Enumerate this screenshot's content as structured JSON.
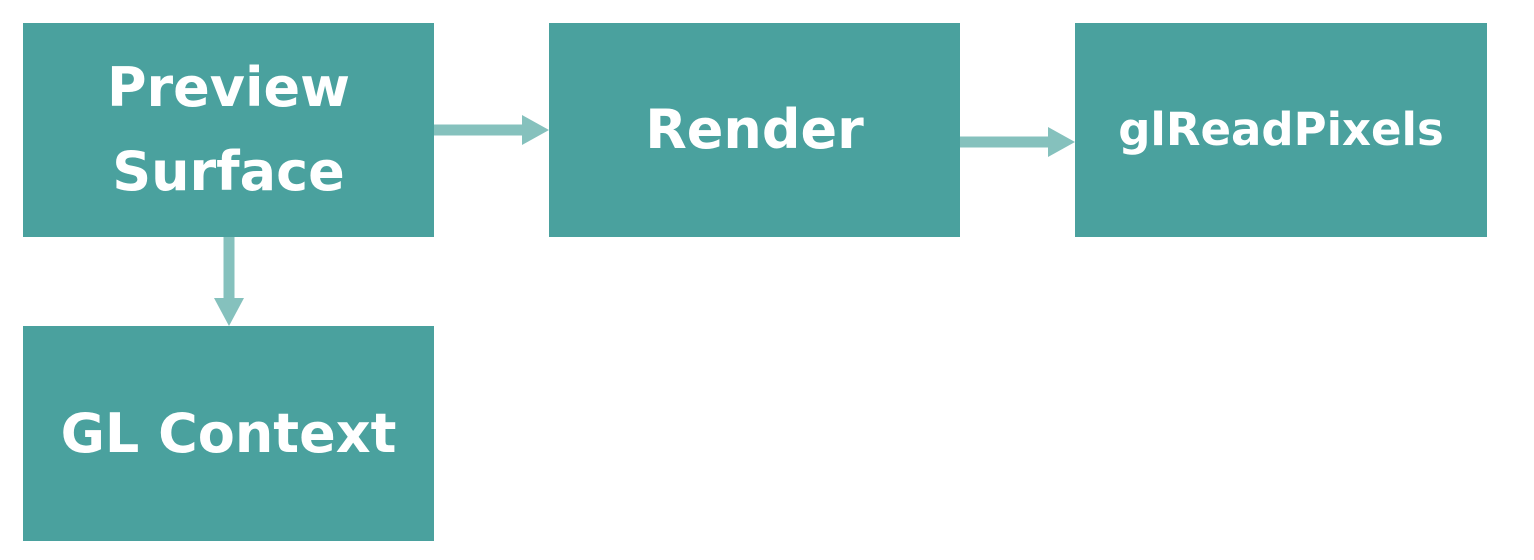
{
  "nodes": {
    "preview_surface": "Preview\nSurface",
    "render": "Render",
    "gl_read_pixels": "glReadPixels",
    "gl_context": "GL Context"
  },
  "colors": {
    "box_fill": "#4aa19e",
    "arrow": "#85c1bd",
    "text": "#ffffff"
  }
}
